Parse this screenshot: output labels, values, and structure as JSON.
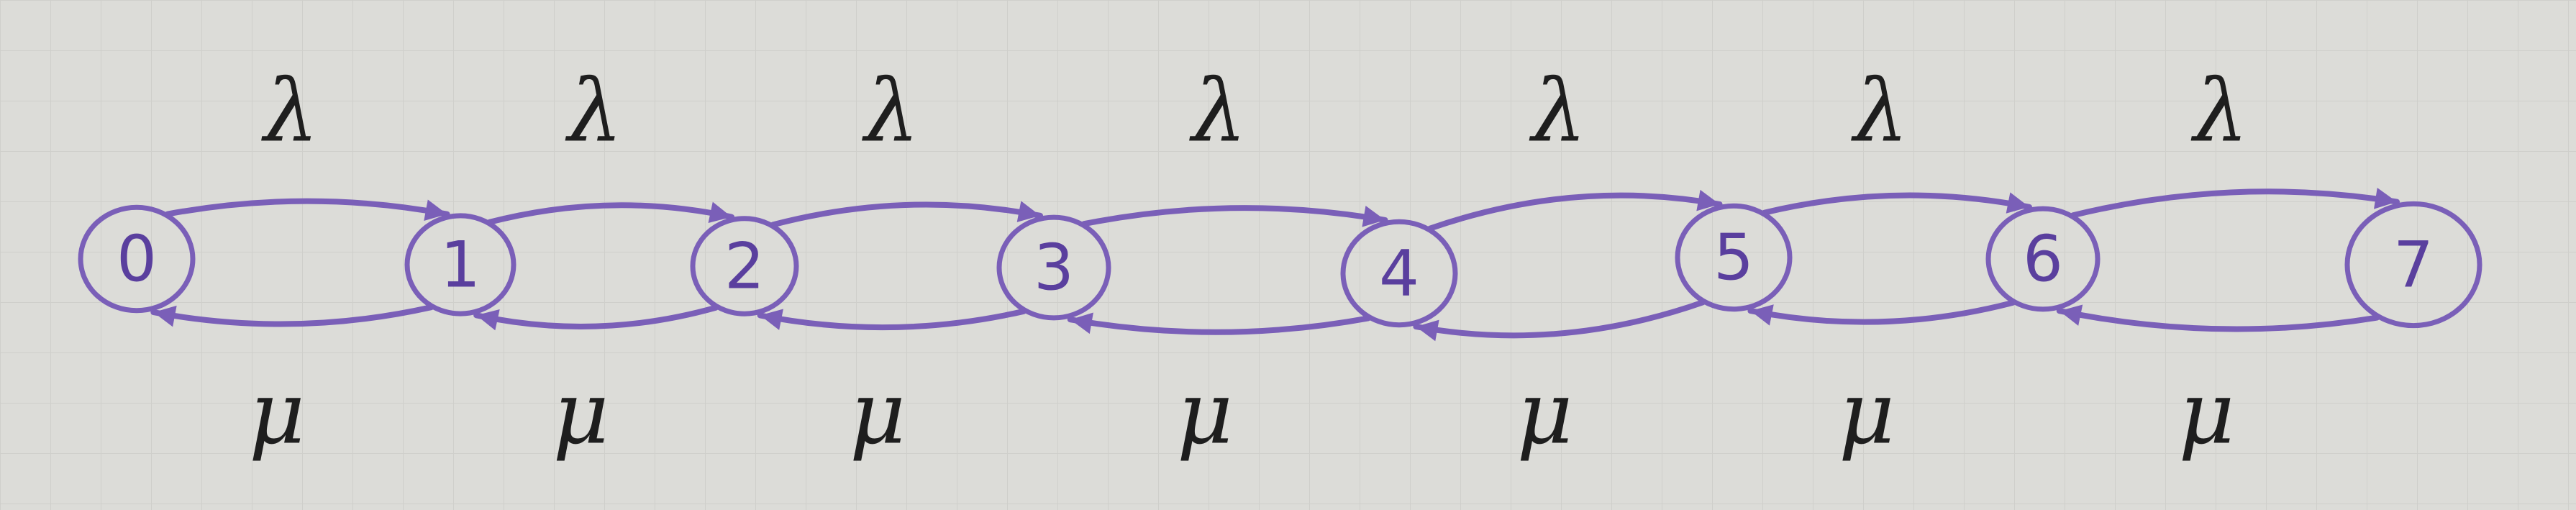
{
  "diagram": {
    "states": [
      "0",
      "1",
      "2",
      "3",
      "4",
      "5",
      "6",
      "7"
    ],
    "arrival_label": "λ",
    "service_label": "μ",
    "colors": {
      "marker": "#7a5fb8",
      "ink": "#1e1e1e",
      "board": "#dcdcd8"
    }
  }
}
